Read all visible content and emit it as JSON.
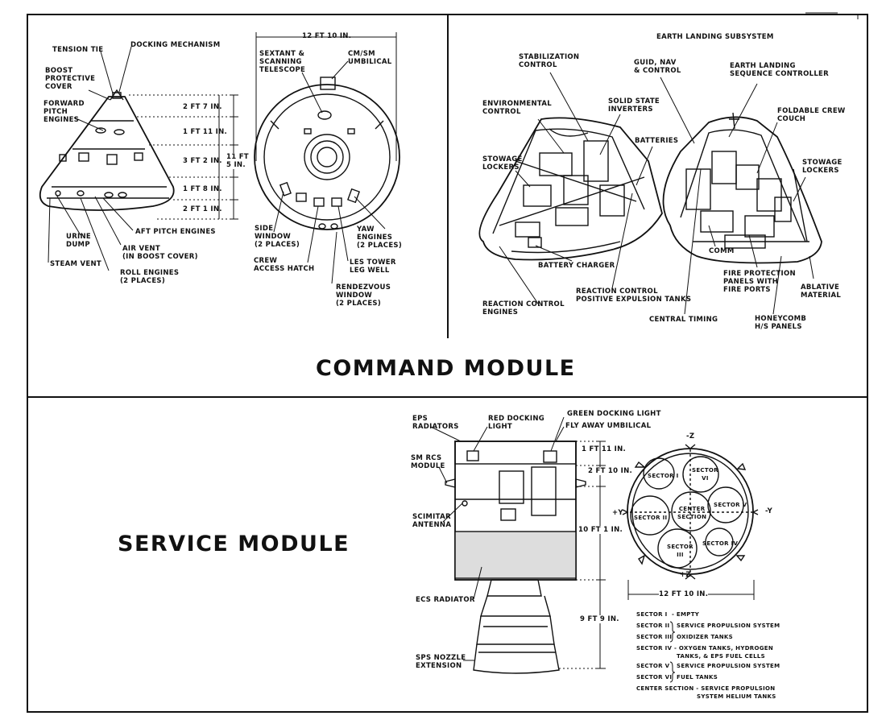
{
  "command_module": {
    "title": "COMMAND MODULE",
    "exterior_labels": {
      "tension_tie": "TENSION TIE",
      "docking_mechanism": "DOCKING MECHANISM",
      "boost_protective_cover": "BOOST\nPROTECTIVE\nCOVER",
      "forward_pitch_engines": "FORWARD\nPITCH\nENGINES",
      "aft_pitch_engines": "AFT PITCH ENGINES",
      "urine_dump": "URINE\nDUMP",
      "air_vent": "AIR VENT\n(IN BOOST COVER)",
      "steam_vent": "STEAM VENT",
      "roll_engines": "ROLL ENGINES\n(2 PLACES)"
    },
    "dimensions": {
      "width": "12 FT 10 IN.",
      "d1": "2 FT 7 IN.",
      "d2": "1 FT 11 IN.",
      "d3": "3 FT 2 IN.",
      "d4": "1 FT 8 IN.",
      "d5": "2 FT 1 IN.",
      "total": "11 FT\n5 IN."
    },
    "top_view_labels": {
      "sextant": "SEXTANT &\nSCANNING\nTELESCOPE",
      "umbilical": "CM/SM\nUMBILICAL",
      "side_window": "SIDE\nWINDOW\n(2 PLACES)",
      "yaw_engines": "YAW\nENGINES\n(2 PLACES)",
      "crew_hatch": "CREW\nACCESS HATCH",
      "les_tower": "LES TOWER\nLEG WELL",
      "rendezvous_window": "RENDEZVOUS\nWINDOW\n(2 PLACES)"
    },
    "interior_labels": {
      "earth_landing_subsystem": "EARTH LANDING SUBSYSTEM",
      "stabilization_control": "STABILIZATION\nCONTROL",
      "guid_nav": "GUID, NAV\n& CONTROL",
      "earth_landing_sequence": "EARTH LANDING\nSEQUENCE CONTROLLER",
      "environmental_control": "ENVIRONMENTAL\nCONTROL",
      "solid_state_inverters": "SOLID STATE\nINVERTERS",
      "foldable_crew_couch": "FOLDABLE CREW\nCOUCH",
      "batteries": "BATTERIES",
      "stowage_lockers_left": "STOWAGE\nLOCKERS",
      "stowage_lockers_right": "STOWAGE\nLOCKERS",
      "comm": "COMM",
      "battery_charger": "BATTERY CHARGER",
      "fire_protection": "FIRE PROTECTION\nPANELS WITH\nFIRE PORTS",
      "ablative_material": "ABLATIVE\nMATERIAL",
      "reaction_control_positive": "REACTION CONTROL\nPOSITIVE EXPULSION TANKS",
      "reaction_control_engines": "REACTION CONTROL\nENGINES",
      "central_timing": "CENTRAL TIMING",
      "honeycomb": "HONEYCOMB\nH/S PANELS"
    }
  },
  "service_module": {
    "title": "SERVICE MODULE",
    "side_labels": {
      "eps_radiators": "EPS\nRADIATORS",
      "red_docking_light": "RED DOCKING\nLIGHT",
      "green_docking_light": "GREEN DOCKING LIGHT",
      "fly_away_umbilical": "FLY AWAY UMBILICAL",
      "sm_rcs_module": "SM RCS\nMODULE",
      "scimitar_antenna": "SCIMITAR\nANTENNA",
      "ecs_radiator": "ECS RADIATOR",
      "sps_nozzle": "SPS NOZZLE\nEXTENSION"
    },
    "dimensions": {
      "d1": "1 FT 11 IN.",
      "d2": "2 FT 10 IN.",
      "d3": "10 FT 1 IN.",
      "d4": "9 FT 9 IN.",
      "diameter": "12 FT 10 IN."
    },
    "axes": {
      "minus_z": "-Z",
      "plus_z": "+Z",
      "plus_y": "+Y",
      "minus_y": "-Y"
    },
    "sectors": {
      "s1": "SECTOR I",
      "s2": "SECTOR II",
      "s3": "SECTOR\nIII",
      "s4": "SECTOR IV",
      "s5": "SECTOR V",
      "s6": "SECTOR\nVI",
      "center": "CENTER\nSECTION"
    },
    "legend": [
      "SECTOR I  - EMPTY",
      "SECTOR II",
      "SECTOR III",
      "SERVICE PROPULSION SYSTEM",
      "OXIDIZER TANKS",
      "SECTOR IV - OXYGEN TANKS, HYDROGEN",
      "TANKS, & EPS FUEL CELLS",
      "SECTOR V",
      "SECTOR VI",
      "SERVICE PROPULSION SYSTEM",
      "FUEL TANKS",
      "CENTER SECTION - SERVICE PROPULSION",
      "SYSTEM HELIUM TANKS"
    ]
  }
}
